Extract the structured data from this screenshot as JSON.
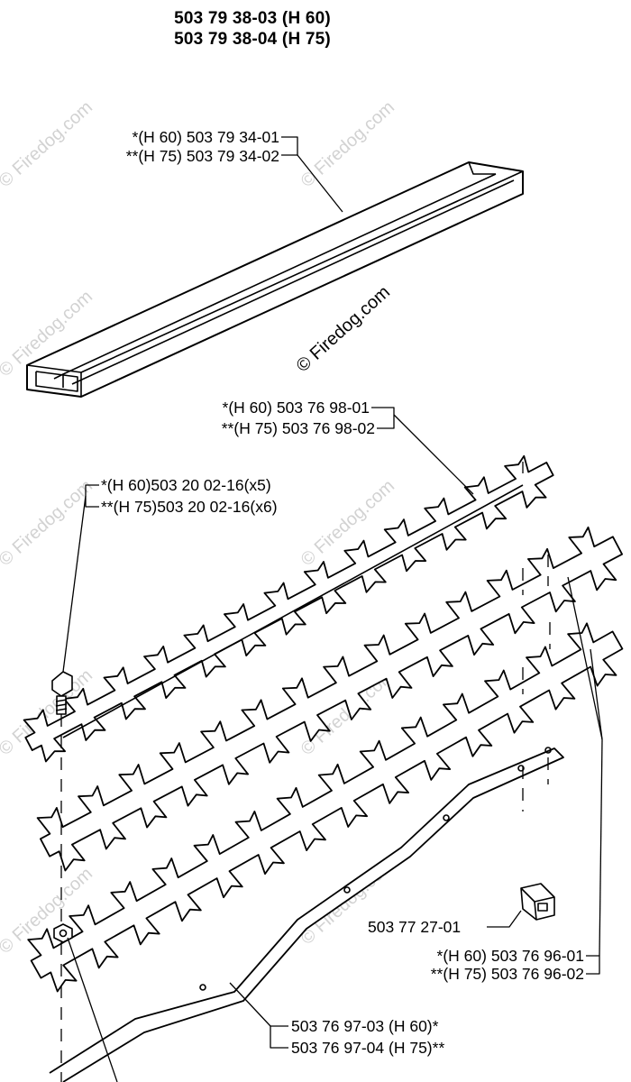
{
  "title": {
    "line1": "503 79 38-03 (H 60)",
    "line2": "503 79 38-04 (H 75)"
  },
  "parts": {
    "guard": {
      "line1": "*(H 60) 503 79 34-01",
      "line2": "**(H 75) 503 79 34-02"
    },
    "upper_blade": {
      "line1": "*(H 60) 503 76 98-01",
      "line2": "**(H 75) 503 76 98-02"
    },
    "screw": {
      "line1": "*(H 60)503 20 02-16(x5)",
      "line2": "**(H 75)503 20 02-16(x6)"
    },
    "clip": {
      "line1": "503 77 27-01"
    },
    "lower_blade": {
      "line1": "*(H 60) 503 76 96-01",
      "line2": "**(H 75) 503 76 96-02"
    },
    "blade_bar": {
      "line1": "503 76 97-03 (H 60)*",
      "line2": "503 76 97-04 (H 75)**"
    }
  },
  "watermark": {
    "text": "© Firedog.com"
  }
}
